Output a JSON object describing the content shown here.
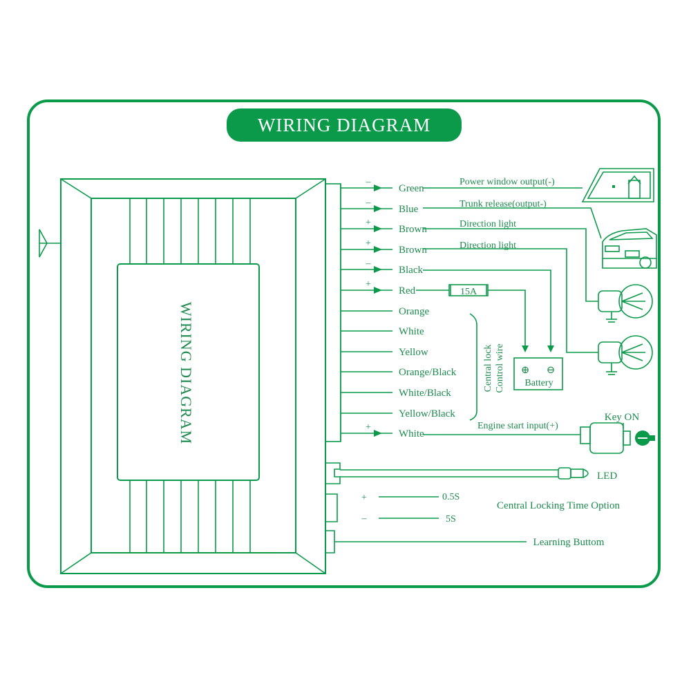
{
  "title": "WIRING DIAGRAM",
  "unit_label": "WIRING DIAGRAM",
  "colors": {
    "accent": "#0a9a4a",
    "text": "#1e8a4e",
    "background": "#ffffff"
  },
  "wires": [
    {
      "sign": "–",
      "color": "Green"
    },
    {
      "sign": "–",
      "color": "Blue"
    },
    {
      "sign": "+",
      "color": "Brown"
    },
    {
      "sign": "+",
      "color": "Brown"
    },
    {
      "sign": "–",
      "color": "Black"
    },
    {
      "sign": "+",
      "color": "Red"
    },
    {
      "sign": "",
      "color": "Orange"
    },
    {
      "sign": "",
      "color": "White"
    },
    {
      "sign": "",
      "color": "Yellow"
    },
    {
      "sign": "",
      "color": "Orange/Black"
    },
    {
      "sign": "",
      "color": "White/Black"
    },
    {
      "sign": "",
      "color": "Yellow/Black"
    },
    {
      "sign": "+",
      "color": "White"
    }
  ],
  "functions": {
    "power_window": "Power window output(-)",
    "trunk": "Trunk release(output-)",
    "direction1": "Direction light",
    "direction2": "Direction light",
    "engine": "Engine start input(+)"
  },
  "fuse": "15A",
  "battery": {
    "label": "Battery",
    "plus": "⊕",
    "minus": "⊖"
  },
  "central_lock": {
    "line1": "Central lock",
    "line2": "Control wire"
  },
  "key_on": "Key ON",
  "led": "LED",
  "time_option": {
    "label": "Central Locking Time Option",
    "plus_sign": "+",
    "minus_sign": "–",
    "short": "0.5S",
    "long": "5S"
  },
  "learning_button": "Learning Buttom",
  "icons": [
    "window-icon",
    "car-icon",
    "bulb-icon",
    "key-icon",
    "led-icon",
    "antenna-icon"
  ]
}
